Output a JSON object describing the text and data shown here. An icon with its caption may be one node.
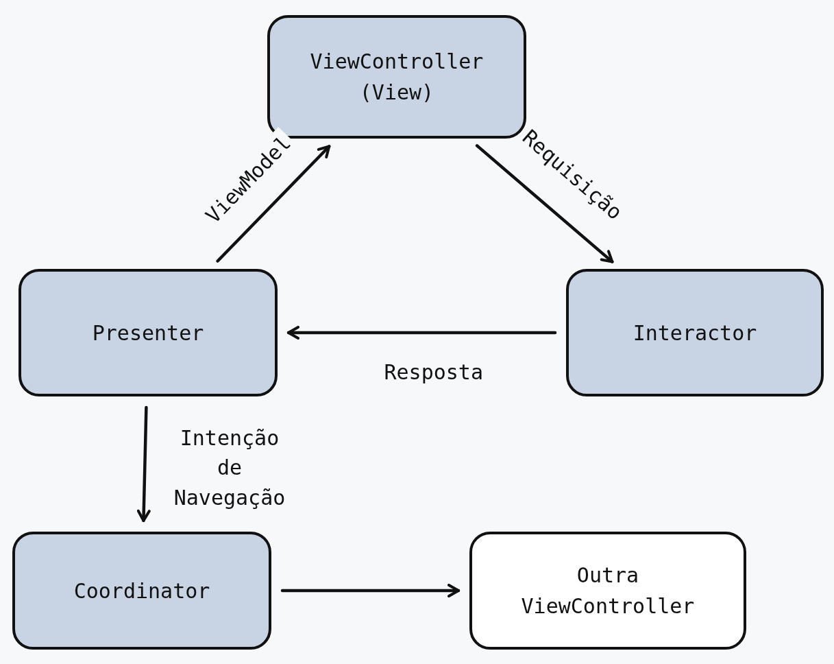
{
  "diagram": {
    "nodes": [
      {
        "text": [
          "ViewController (View)"
        ]
      },
      {
        "text": [
          "Interactor"
        ]
      },
      {
        "text": [
          "Presenter"
        ]
      },
      {
        "text": [
          "Coordinator"
        ]
      },
      {
        "text": [
          "Outra ViewController"
        ]
      }
    ],
    "edges": [
      {
        "from": 0,
        "to": 1,
        "arrow": "to",
        "label": "Requisição"
      },
      {
        "from": 1,
        "to": 2,
        "arrow": "to",
        "label": "Resposta"
      },
      {
        "from": 2,
        "to": 0,
        "arrow": "to",
        "label": "ViewModel"
      },
      {
        "from": 2,
        "to": 3,
        "arrow": "to",
        "label": "Intenção de Navegação"
      },
      {
        "from": 3,
        "to": 4,
        "arrow": "to"
      }
    ]
  }
}
